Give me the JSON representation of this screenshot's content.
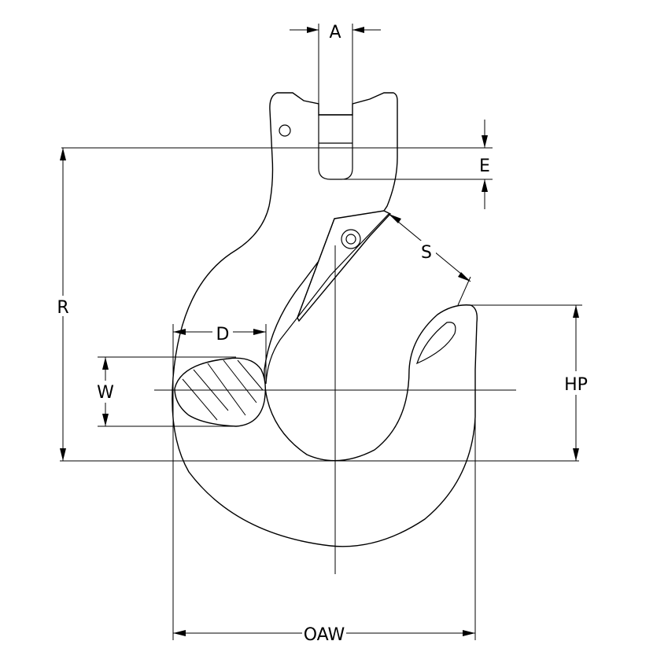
{
  "diagram": {
    "labels": {
      "a": "A",
      "e": "E",
      "s": "S",
      "r": "R",
      "d": "D",
      "w": "W",
      "hp": "HP",
      "oaw": "OAW"
    }
  }
}
